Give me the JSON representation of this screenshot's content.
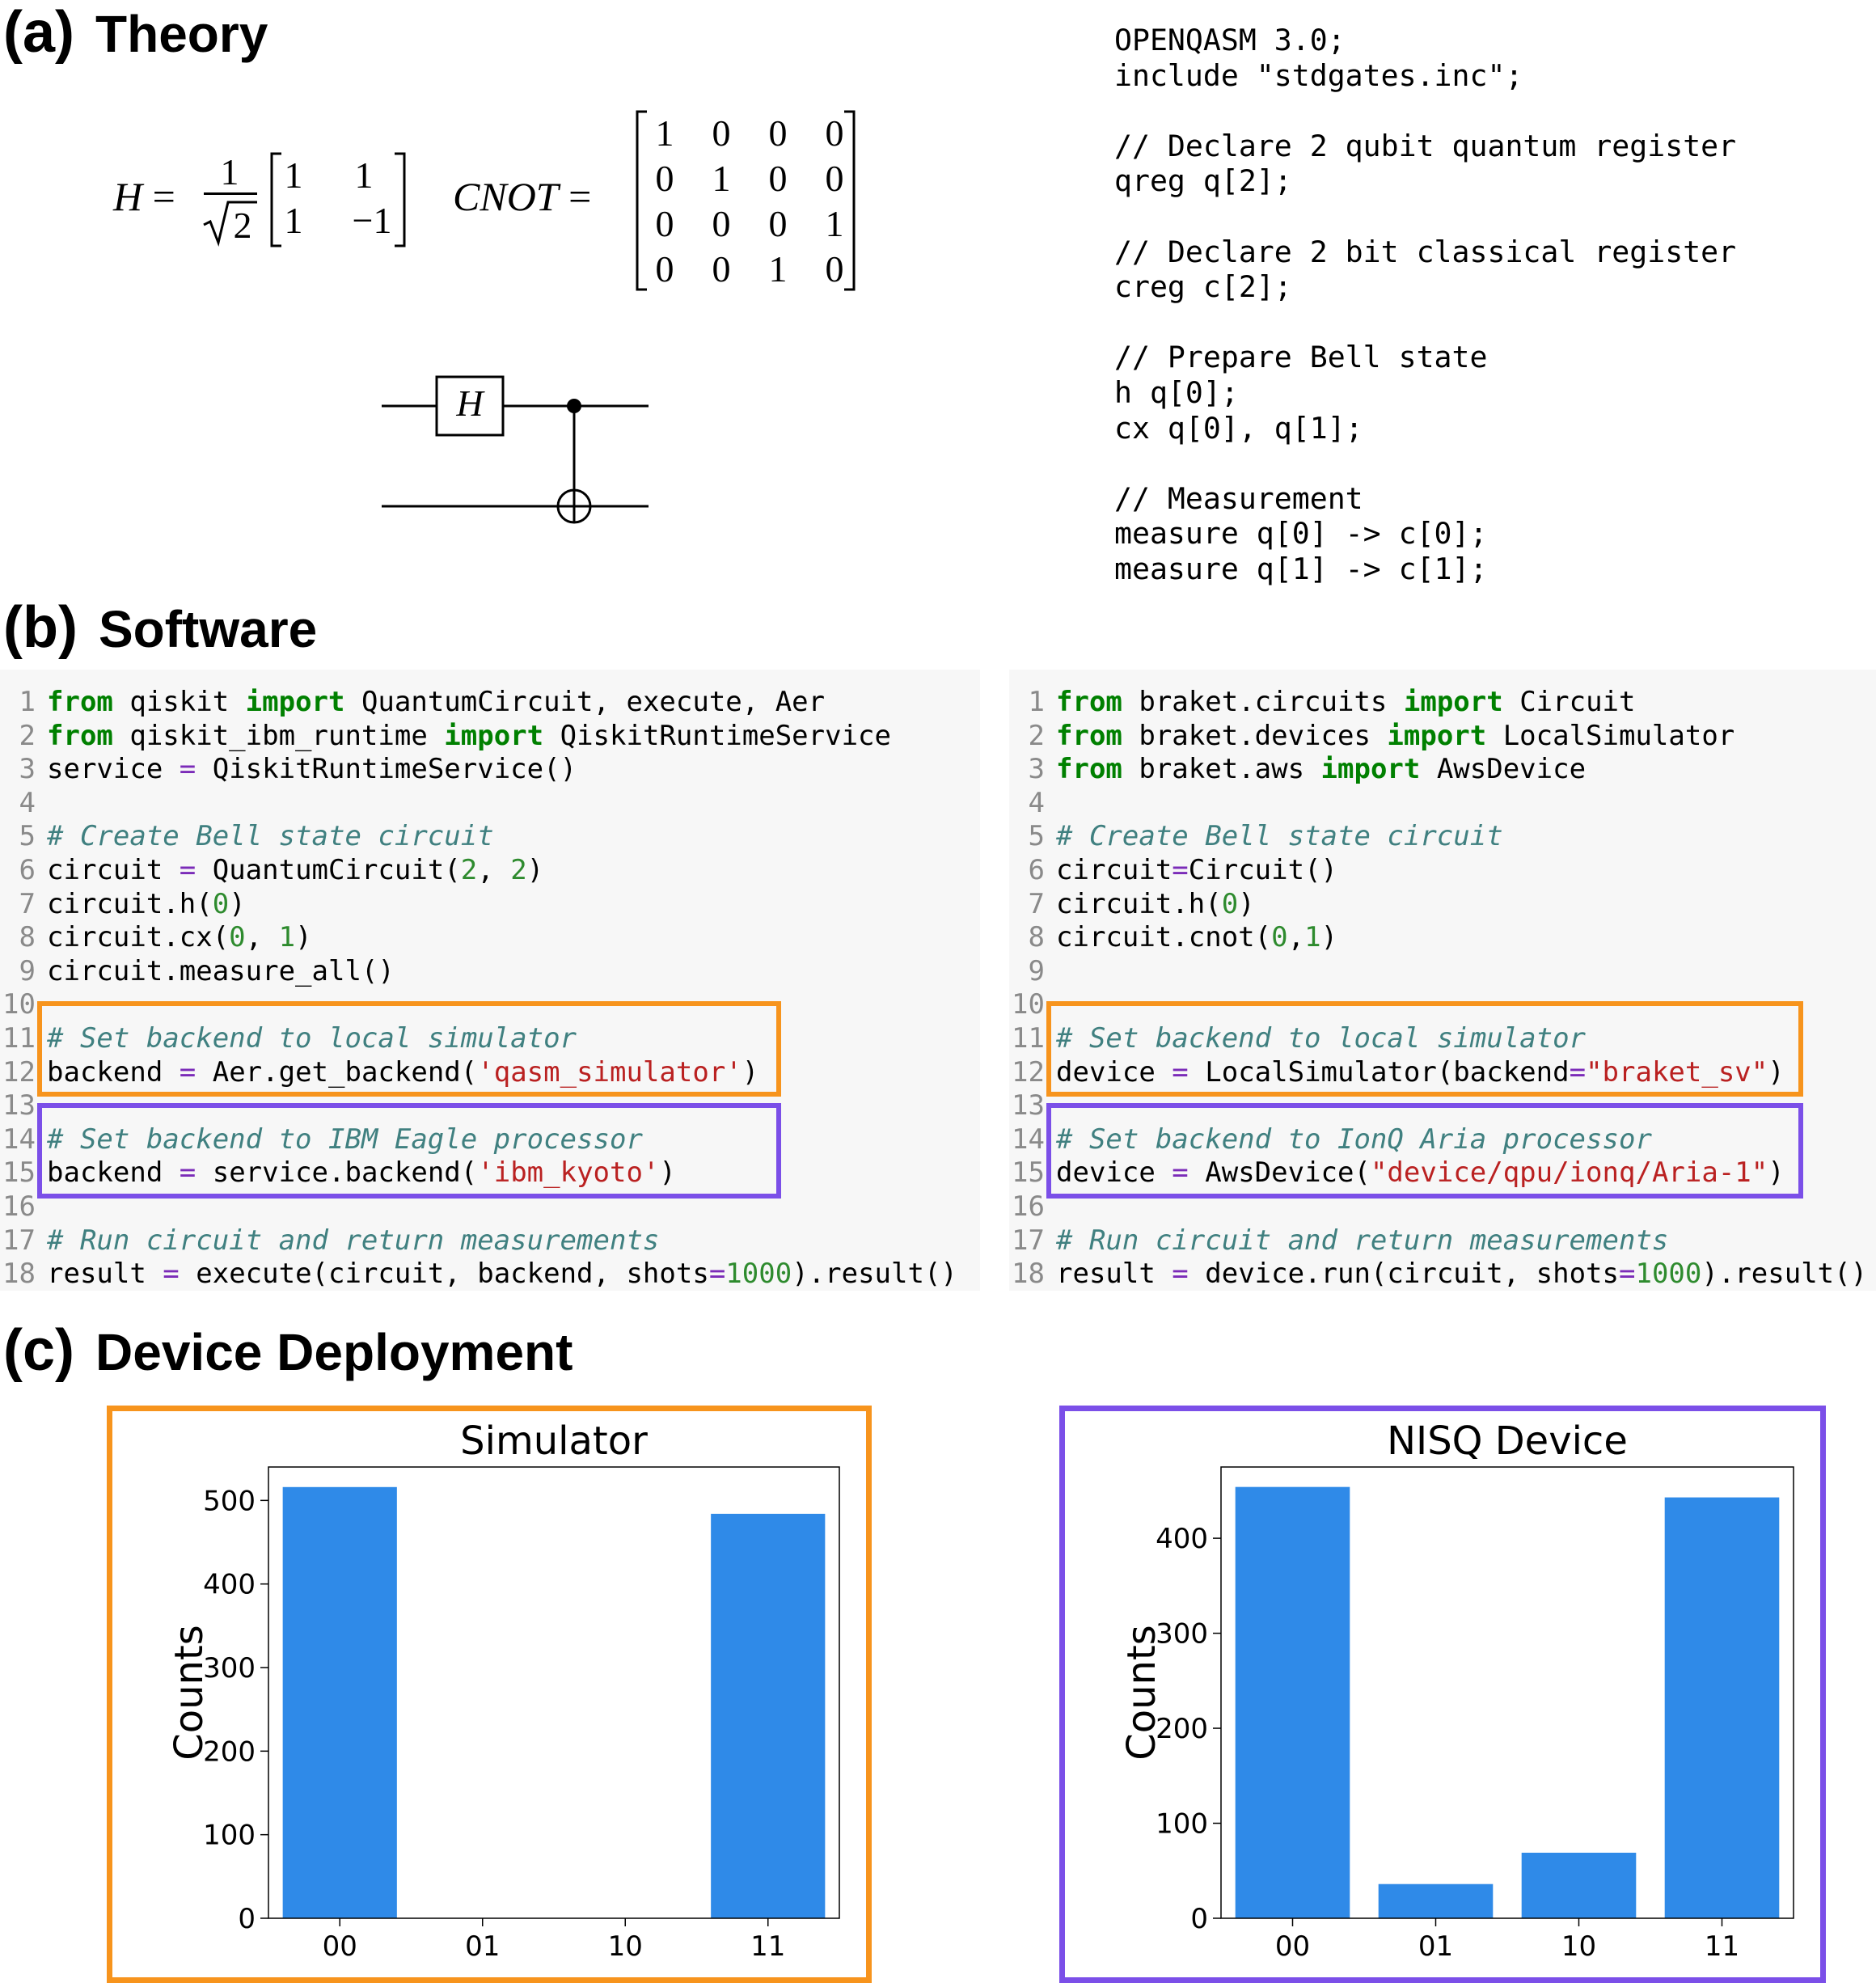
{
  "colors": {
    "orange": "#f7941d",
    "purple": "#7b4fe8",
    "bar": "#2f8ae8"
  },
  "sections": {
    "a": {
      "tag": "(a)",
      "title": "Theory"
    },
    "b": {
      "tag": "(b)",
      "title": "Software"
    },
    "c": {
      "tag": "(c)",
      "title": "Device Deployment"
    }
  },
  "theory": {
    "h_label": "H",
    "frac_num": "1",
    "frac_den": "2",
    "h_matrix": [
      [
        "1",
        "1"
      ],
      [
        "1",
        "−1"
      ]
    ],
    "cnot_label": "CNOT",
    "cnot_matrix": [
      [
        "1",
        "0",
        "0",
        "0"
      ],
      [
        "0",
        "1",
        "0",
        "0"
      ],
      [
        "0",
        "0",
        "0",
        "1"
      ],
      [
        "0",
        "0",
        "1",
        "0"
      ]
    ],
    "gate_label": "H"
  },
  "qasm": {
    "text": "OPENQASM 3.0;\ninclude \"stdgates.inc\";\n\n// Declare 2 qubit quantum register\nqreg q[2];\n\n// Declare 2 bit classical register\ncreg c[2];\n\n// Prepare Bell state\nh q[0];\ncx q[0], q[1];\n\n// Measurement\nmeasure q[0] -> c[0];\nmeasure q[1] -> c[1];"
  },
  "code_left": [
    [
      [
        "kw",
        "from"
      ],
      [
        "t",
        " qiskit "
      ],
      [
        "kw",
        "import"
      ],
      [
        "t",
        " QuantumCircuit, execute, Aer"
      ]
    ],
    [
      [
        "kw",
        "from"
      ],
      [
        "t",
        " qiskit_ibm_runtime "
      ],
      [
        "kw",
        "import"
      ],
      [
        "t",
        " QiskitRuntimeService"
      ]
    ],
    [
      [
        "t",
        "service "
      ],
      [
        "op",
        "="
      ],
      [
        "t",
        " QiskitRuntimeService()"
      ]
    ],
    [],
    [
      [
        "cm",
        "# Create Bell state circuit"
      ]
    ],
    [
      [
        "t",
        "circuit "
      ],
      [
        "op",
        "="
      ],
      [
        "t",
        " QuantumCircuit("
      ],
      [
        "nm",
        "2"
      ],
      [
        "t",
        ", "
      ],
      [
        "nm",
        "2"
      ],
      [
        "t",
        ")"
      ]
    ],
    [
      [
        "t",
        "circuit.h("
      ],
      [
        "nm",
        "0"
      ],
      [
        "t",
        ")"
      ]
    ],
    [
      [
        "t",
        "circuit.cx("
      ],
      [
        "nm",
        "0"
      ],
      [
        "t",
        ", "
      ],
      [
        "nm",
        "1"
      ],
      [
        "t",
        ")"
      ]
    ],
    [
      [
        "t",
        "circuit.measure_all()"
      ]
    ],
    [],
    [
      [
        "cm",
        "# Set backend to local simulator"
      ]
    ],
    [
      [
        "t",
        "backend "
      ],
      [
        "op",
        "="
      ],
      [
        "t",
        " Aer.get_backend("
      ],
      [
        "st",
        "'qasm_simulator'"
      ],
      [
        "t",
        ")"
      ]
    ],
    [],
    [
      [
        "cm",
        "# Set backend to IBM Eagle processor"
      ]
    ],
    [
      [
        "t",
        "backend "
      ],
      [
        "op",
        "="
      ],
      [
        "t",
        " service.backend("
      ],
      [
        "st",
        "'ibm_kyoto'"
      ],
      [
        "t",
        ")"
      ]
    ],
    [],
    [
      [
        "cm",
        "# Run circuit and return measurements"
      ]
    ],
    [
      [
        "t",
        "result "
      ],
      [
        "op",
        "="
      ],
      [
        "t",
        " execute(circuit, backend, shots"
      ],
      [
        "op",
        "="
      ],
      [
        "nm",
        "1000"
      ],
      [
        "t",
        ").result()"
      ]
    ]
  ],
  "code_right": [
    [
      [
        "kw",
        "from"
      ],
      [
        "t",
        " braket.circuits "
      ],
      [
        "kw",
        "import"
      ],
      [
        "t",
        " Circuit"
      ]
    ],
    [
      [
        "kw",
        "from"
      ],
      [
        "t",
        " braket.devices "
      ],
      [
        "kw",
        "import"
      ],
      [
        "t",
        " LocalSimulator"
      ]
    ],
    [
      [
        "kw",
        "from"
      ],
      [
        "t",
        " braket.aws "
      ],
      [
        "kw",
        "import"
      ],
      [
        "t",
        " AwsDevice"
      ]
    ],
    [],
    [
      [
        "cm",
        "# Create Bell state circuit"
      ]
    ],
    [
      [
        "t",
        "circuit"
      ],
      [
        "op",
        "="
      ],
      [
        "t",
        "Circuit()"
      ]
    ],
    [
      [
        "t",
        "circuit.h("
      ],
      [
        "nm",
        "0"
      ],
      [
        "t",
        ")"
      ]
    ],
    [
      [
        "t",
        "circuit.cnot("
      ],
      [
        "nm",
        "0"
      ],
      [
        "t",
        ","
      ],
      [
        "nm",
        "1"
      ],
      [
        "t",
        ")"
      ]
    ],
    [],
    [],
    [
      [
        "cm",
        "# Set backend to local simulator"
      ]
    ],
    [
      [
        "t",
        "device "
      ],
      [
        "op",
        "="
      ],
      [
        "t",
        " LocalSimulator(backend"
      ],
      [
        "op",
        "="
      ],
      [
        "st",
        "\"braket_sv\""
      ],
      [
        "t",
        ")"
      ]
    ],
    [],
    [
      [
        "cm",
        "# Set backend to IonQ Aria processor"
      ]
    ],
    [
      [
        "t",
        "device "
      ],
      [
        "op",
        "="
      ],
      [
        "t",
        " AwsDevice("
      ],
      [
        "st",
        "\"device/qpu/ionq/Aria-1\""
      ],
      [
        "t",
        ")"
      ]
    ],
    [],
    [
      [
        "cm",
        "# Run circuit and return measurements"
      ]
    ],
    [
      [
        "t",
        "result "
      ],
      [
        "op",
        "="
      ],
      [
        "t",
        " device.run(circuit, shots"
      ],
      [
        "op",
        "="
      ],
      [
        "nm",
        "1000"
      ],
      [
        "t",
        ").result()"
      ]
    ]
  ],
  "chart_data": [
    {
      "type": "bar",
      "title": "Simulator",
      "ylabel": "Counts",
      "categories": [
        "00",
        "01",
        "10",
        "11"
      ],
      "values": [
        516,
        0,
        0,
        484
      ],
      "ylim": [
        0,
        540
      ],
      "yticks": [
        0,
        100,
        200,
        300,
        400,
        500
      ],
      "grid": false
    },
    {
      "type": "bar",
      "title": "NISQ Device",
      "ylabel": "Counts",
      "categories": [
        "00",
        "01",
        "10",
        "11"
      ],
      "values": [
        454,
        36,
        69,
        443
      ],
      "ylim": [
        0,
        475
      ],
      "yticks": [
        0,
        100,
        200,
        300,
        400
      ],
      "grid": false
    }
  ]
}
